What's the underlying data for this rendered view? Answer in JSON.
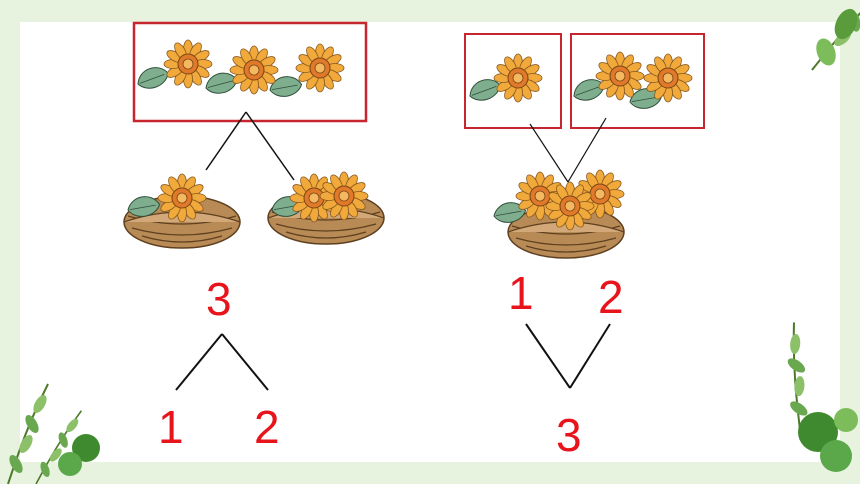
{
  "colors": {
    "background": "#e8f3df",
    "panel": "#ffffff",
    "box_border": "#c8262e",
    "number_red": "#e8141c",
    "line": "#111111",
    "petal": "#f0a93a",
    "center": "#e07a2a",
    "leaf": "#7fae8f",
    "basket": "#b88a55"
  },
  "left": {
    "whole": "3",
    "part_a": "1",
    "part_b": "2"
  },
  "right": {
    "part_a": "1",
    "part_b": "2",
    "whole": "3"
  }
}
